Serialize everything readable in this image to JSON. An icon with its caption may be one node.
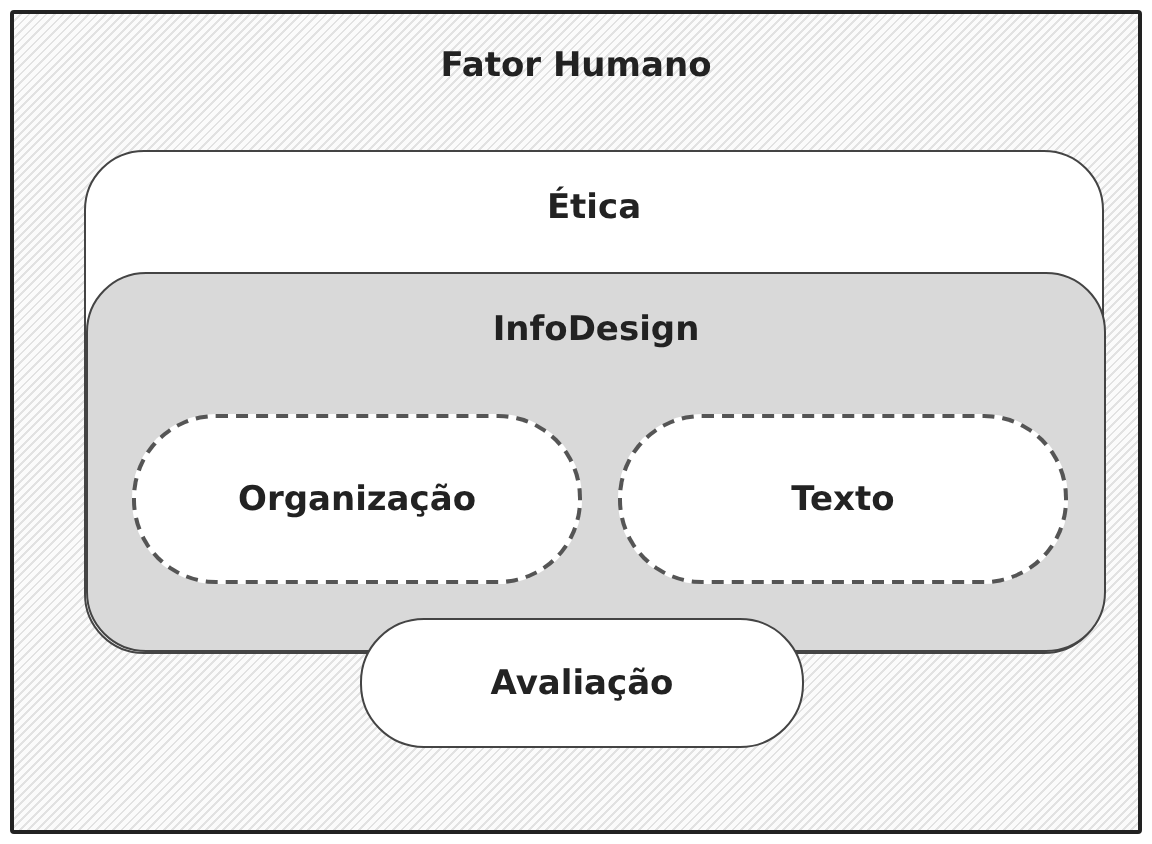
{
  "diagram": {
    "nodes": [
      {
        "text": [
          "Fator Humano"
        ]
      },
      {
        "text": [
          "Ética"
        ],
        "in": 0
      },
      {
        "text": [
          "InfoDesign"
        ],
        "in": 1
      },
      {
        "text": [
          "Organização"
        ],
        "in": 2
      },
      {
        "text": [
          "Texto"
        ],
        "in": 2
      },
      {
        "text": [
          "Avaliação"
        ],
        "in": 0
      }
    ]
  }
}
